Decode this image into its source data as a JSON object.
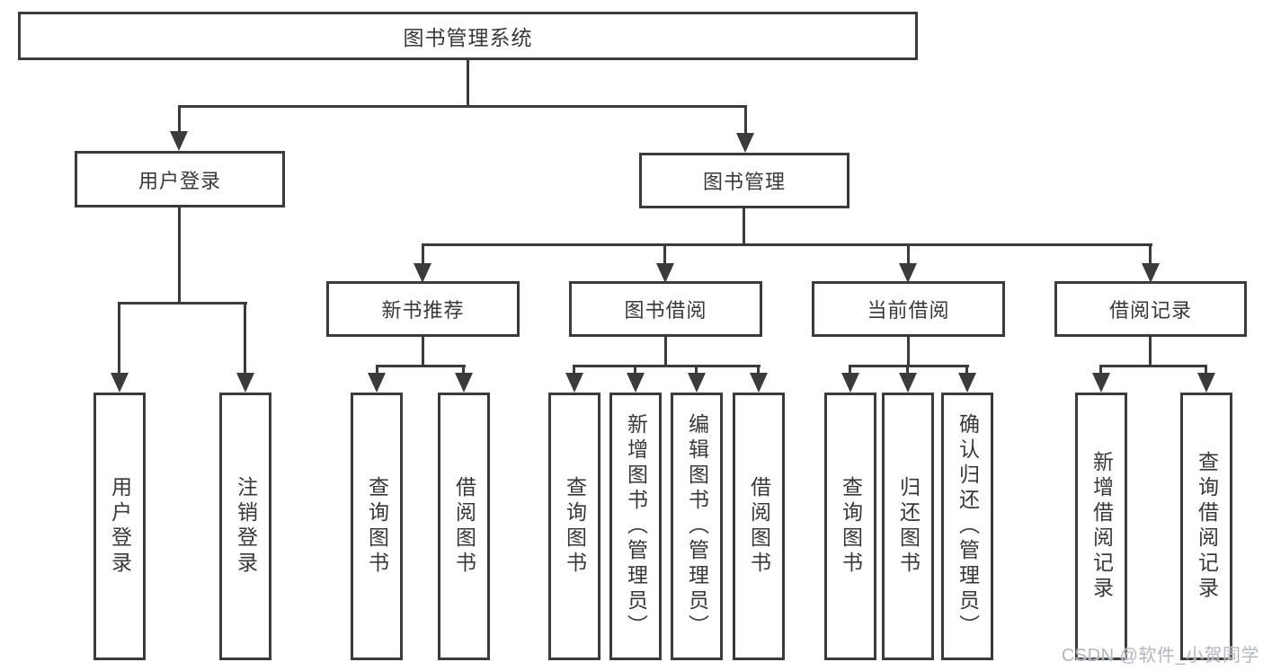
{
  "tree": {
    "root": {
      "label": "图书管理系统"
    },
    "branches": [
      {
        "label": "用户登录",
        "children": [
          {
            "label": "用户登录"
          },
          {
            "label": "注销登录"
          }
        ]
      },
      {
        "label": "图书管理",
        "children": [
          {
            "label": "新书推荐",
            "children": [
              {
                "label": "查询图书"
              },
              {
                "label": "借阅图书"
              }
            ]
          },
          {
            "label": "图书借阅",
            "children": [
              {
                "label": "查询图书"
              },
              {
                "label": "新增图书（管理员）"
              },
              {
                "label": "编辑图书（管理员）"
              },
              {
                "label": "借阅图书"
              }
            ]
          },
          {
            "label": "当前借阅",
            "children": [
              {
                "label": "查询图书"
              },
              {
                "label": "归还图书"
              },
              {
                "label": "确认归还（管理员）"
              }
            ]
          },
          {
            "label": "借阅记录",
            "children": [
              {
                "label": "新增借阅记录"
              },
              {
                "label": "查询借阅记录"
              }
            ]
          }
        ]
      }
    ]
  },
  "watermark": {
    "text": "CSDN @软件_小贺同学"
  },
  "colors": {
    "line": "#3b3b3b",
    "text": "#383838",
    "watermark": "#b1b7bf",
    "background": "#ffffff"
  }
}
